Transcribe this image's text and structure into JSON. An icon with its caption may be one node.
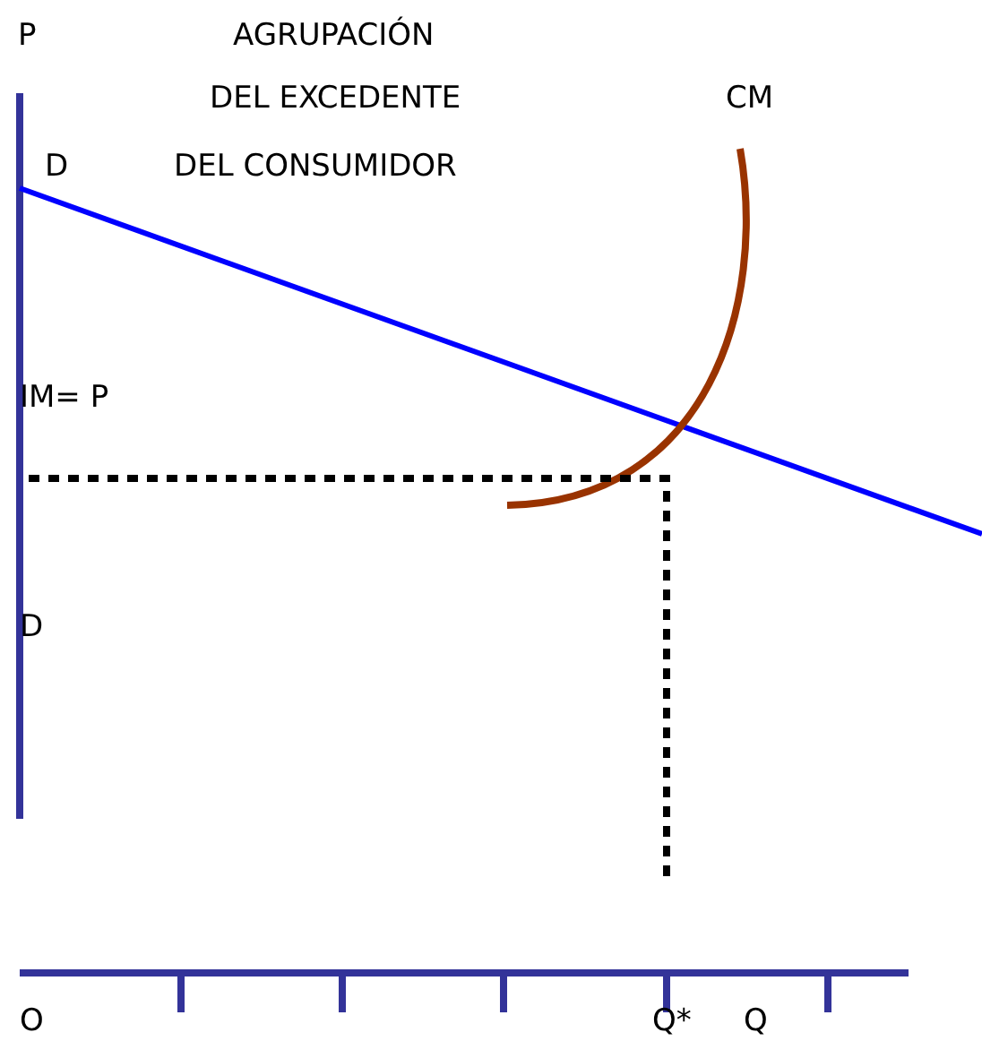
{
  "diagram": {
    "labels": [
      "P",
      "AGRUPACIÓN",
      "DEL EXCEDENTE",
      "CM",
      "D",
      "DEL CONSUMIDOR",
      "IM= P",
      "D",
      "O",
      "Q*",
      "Q"
    ]
  }
}
